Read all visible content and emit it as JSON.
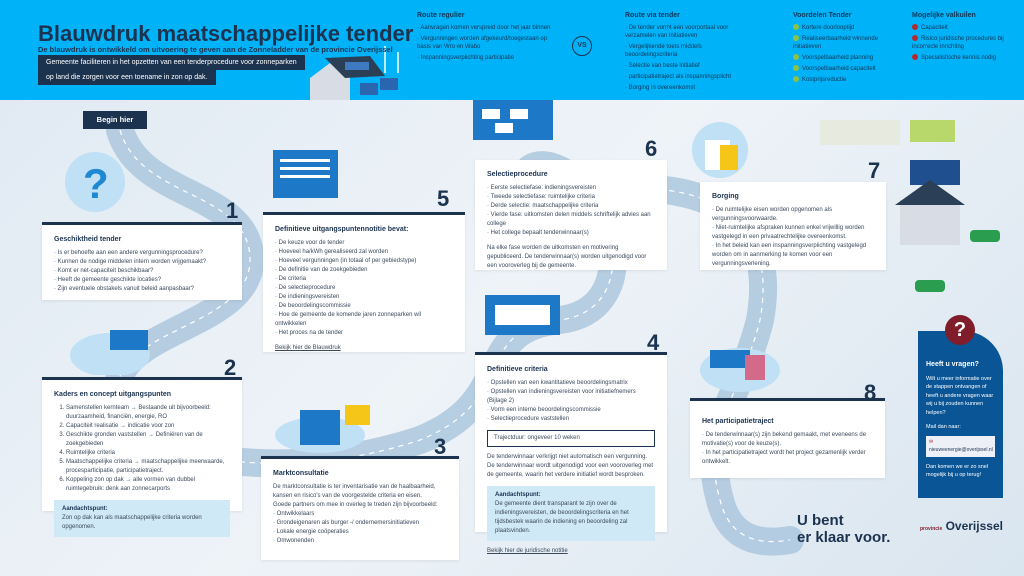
{
  "header": {
    "title": "Blauwdruk maatschappelijke tender",
    "subtitle": "De blauwdruk is ontwikkeld om uitvoering te geven aan de Zonneladder van de provincie Overijssel",
    "tag1": "Gemeente faciliteren in het opzetten van een tenderprocedure voor zonneparken",
    "tag2": "op land die zorgen voor een toename in zon op dak.",
    "vs": "VS",
    "regulier": {
      "title": "Route regulier",
      "items": [
        "Aanvragen komen verspreid door het jaar binnen",
        "Vergunningen worden afgekeurd/toegestaan op basis van Wro en Wabo",
        "Inspanningsverplichting participatie"
      ]
    },
    "tender": {
      "title": "Route via tender",
      "items": [
        "De tender vormt een voorportaal voor verzamelen van initiatieven",
        "Vergelijkende toets middels beoordelingscriteria",
        "Selectie van beste initiatief",
        "participatietraject als inspanningsplicht",
        "Borging in overeenkomst"
      ]
    },
    "voordelen": {
      "title": "Voordelen Tender",
      "items": [
        "Kortere doorlooptijd",
        "Realiseerbaarheid winnende initiatieven",
        "Voorspelbaarheid planning",
        "Voorspelbaarheid capaciteit",
        "Kostprijsreductie"
      ]
    },
    "valkuilen": {
      "title": "Mogelijke valkuilen",
      "items": [
        "Capaciteit",
        "Risico juridische procedures bij incorrecte inrichting",
        "Specialistische kennis nodig"
      ]
    }
  },
  "begin": "Begin hier",
  "step1": {
    "num": "1",
    "title": "Geschiktheid tender",
    "items": [
      "Is er behoefte aan een andere vergunningsprocedure?",
      "Kunnen de nodige middelen intern worden vrijgemaakt?",
      "Komt er net-capaciteit beschikbaar?",
      "Heeft de gemeente geschikte locaties?",
      "Zijn eventuele obstakels vanuit beleid aanpasbaar?"
    ]
  },
  "step2": {
    "num": "2",
    "title": "Kaders en concept uitgangspunten",
    "items": [
      "Samenstellen kernteam → Bestaande uit bijvoorbeeld: duurzaamheid, financiën, energie, RO",
      "Capaciteit realisatie → indicatie voor zon",
      "Geschikte gronden vaststellen → Definiëren van de zoekgebieden",
      "Ruimtelijke criteria",
      "Maatschappelijke criteria → maatschappelijke meerwaarde, procesparticipatie, participatietraject.",
      "Koppeling zon op dak → alle vormen van dubbel ruimtegebruik: denk aan zonnecarports"
    ],
    "note_title": "Aandachtspunt:",
    "note": "Zon op dak kan als maatschappelijke criteria worden opgenomen."
  },
  "step5": {
    "num": "5",
    "title": "Definitieve uitgangspuntennotitie bevat:",
    "items": [
      "De keuze voor de tender",
      "Hoeveel ha/kWh gerealiseerd zal worden",
      "Hoeveel vergunningen (in totaal of per gebiedstype)",
      "De definitie van de zoekgebieden",
      "De criteria",
      "De selectieprocedure",
      "De indieningsvereisten",
      "De beoordelingscommissie",
      "Hoe de gemeente de komende jaren zonneparken wil ontwikkelen",
      "Het proces na de tender"
    ],
    "link": "Bekijk hier de Blauwdruk"
  },
  "step3": {
    "num": "3",
    "title": "Marktconsultatie",
    "text": "De marktconsultatie is ter inventarisatie van de haalbaarheid, kansen en risico's van de voorgestelde criteria en eisen.",
    "text2": "Goede partners om mee in overleg te treden zijn bijvoorbeeld:",
    "items": [
      "Ontwikkelaars",
      "Grondeigenaren als burger -/ ondernemersinitiatieven",
      "Lokale energie coöperaties",
      "Omwonenden"
    ]
  },
  "step6": {
    "num": "6",
    "title": "Selectieprocedure",
    "items": [
      "Eerste selectiefase: indieningsvereisten",
      "Tweede selectiefase: ruimtelijke criteria",
      "Derde selectie: maatschappelijke criteria",
      "Vierde fase: uitkomsten delen middels schriftelijk advies aan college",
      "Het college bepaalt tenderwinnaar(s)"
    ],
    "text": "Na elke fase worden de uitkomsten en motivering gepubliceerd. De tenderwinnaar(s) worden uitgenodigd voor een vooroverleg bij de gemeente."
  },
  "step4": {
    "num": "4",
    "title": "Definitieve criteria",
    "items": [
      "Opstellen van een kwantitatieve beoordelingsmatrix",
      "Opstellen van indieningsvereisten voor initiatiefnemers (Bijlage 2)",
      "Vorm een interne beoordelingscommissie",
      "Selectieprocedure vaststellen"
    ],
    "duration": "Trajectduur: ongeveer 10 weken",
    "text": "De tenderwinnaar verkrijgt niet automatisch een vergunning. De tenderwinnaar wordt uitgenodigd voor een vooroverleg met de gemeente, waarin het verdere initiatief wordt besproken.",
    "note_title": "Aandachtspunt:",
    "note": "De gemeente dient transparant te zijn over de indieningsvereisten, de beoordelingscriteria en het tijdsbestek waarin de indiening en beoordeling zal plaatsvinden.",
    "link": "Bekijk hier de juridische notitie"
  },
  "step7": {
    "num": "7",
    "title": "Borging",
    "items": [
      "De ruimtelijke eisen worden opgenomen als vergunningsvoorwaarde.",
      "Niet-ruimtelijke afspraken kunnen enkel vrijwillig worden vastgelegd in een privaatrechtelijke overeenkomst.",
      "In het beleid kan een inspanningsverplichting vastgelegd worden om in aanmerking te komen voor een vergunningsverlening."
    ]
  },
  "step8": {
    "num": "8",
    "title": "Het participatietraject",
    "items": [
      "De tenderwinnaar(s) zijn bekend gemaakt, met eveneens de motivatie(s) voor de keuze(s).",
      "In het participatietraject wordt het project gezamenlijk verder ontwikkelt."
    ]
  },
  "contact": {
    "qmark": "?",
    "title": "Heeft u vragen?",
    "text": "Wilt u meer informatie over de stappen ontvangen of heeft u andere vragen waar wij u bij zouden kunnen helpen?",
    "mail_label": "Mail dan naar:",
    "email": "nieuweenergie@overijssel.nl",
    "closing": "Dan komen we er zo snel mogelijk bij u op terug!"
  },
  "ready": {
    "line1": "U bent",
    "line2": "er klaar voor."
  },
  "logo": {
    "small": "provincie",
    "name": "Overijssel"
  }
}
